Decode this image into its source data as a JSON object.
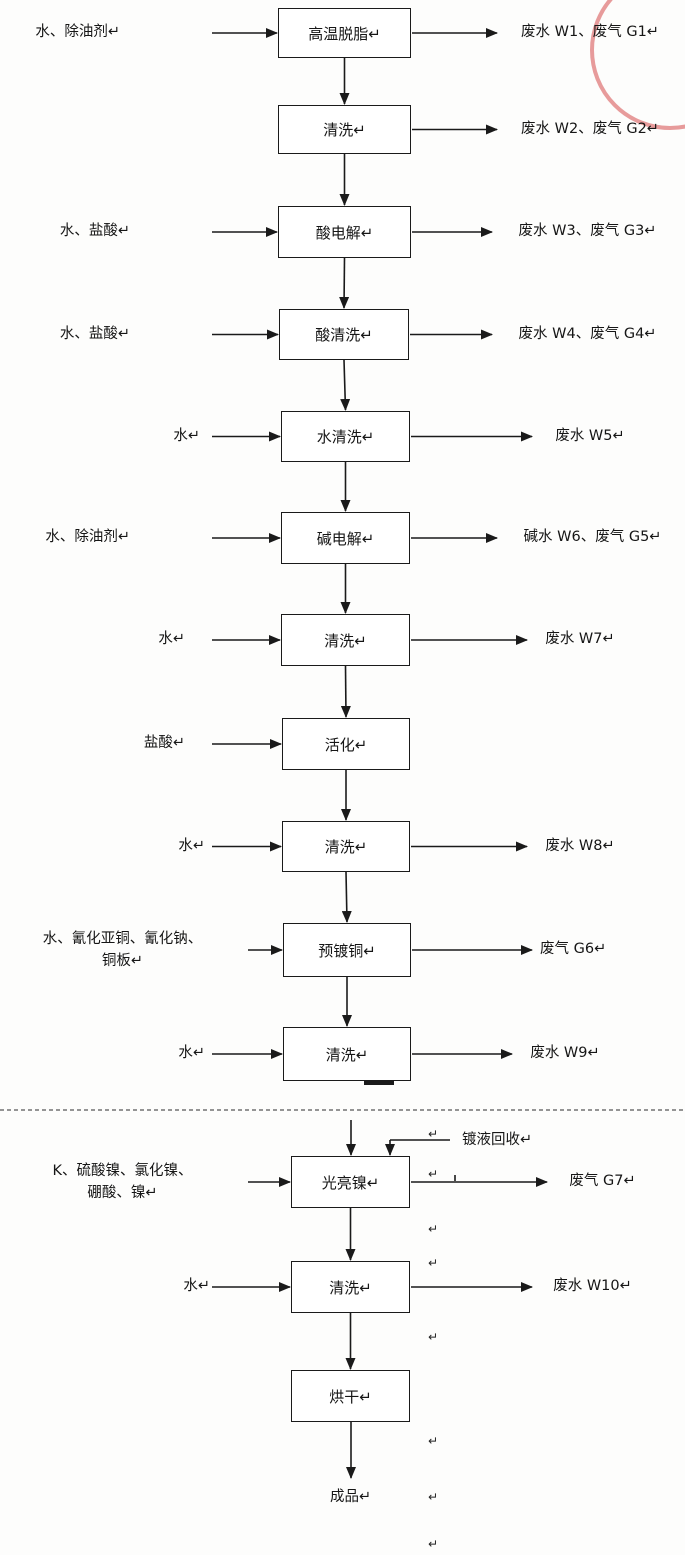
{
  "steps": [
    {
      "name": "高温脱脂↵",
      "input": "水、除油剂↵",
      "output": "废水 W1、废气 G1↵"
    },
    {
      "name": "清洗↵",
      "input": "",
      "output": "废水 W2、废气 G2↵"
    },
    {
      "name": "酸电解↵",
      "input": "水、盐酸↵",
      "output": "废水 W3、废气 G3↵"
    },
    {
      "name": "酸清洗↵",
      "input": "水、盐酸↵",
      "output": "废水 W4、废气 G4↵"
    },
    {
      "name": "水清洗↵",
      "input": "水↵",
      "output": "废水 W5↵"
    },
    {
      "name": "碱电解↵",
      "input": "水、除油剂↵",
      "output": "碱水 W6、废气 G5↵"
    },
    {
      "name": "清洗↵",
      "input": "水↵",
      "output": "废水 W7↵"
    },
    {
      "name": "活化↵",
      "input": "盐酸↵",
      "output": ""
    },
    {
      "name": "清洗↵",
      "input": "水↵",
      "output": "废水 W8↵"
    },
    {
      "name": "预镀铜↵",
      "input": "水、氰化亚铜、氰化钠、\n铜板↵",
      "output": "废气 G6↵"
    },
    {
      "name": "清洗↵",
      "input": "水↵",
      "output": "废水 W9↵"
    },
    {
      "name": "光亮镍↵",
      "input": "K、硫酸镍、氯化镍、\n硼酸、镍↵",
      "output": "废气 G7↵"
    },
    {
      "name": "清洗↵",
      "input": "水↵",
      "output": "废水 W10↵"
    },
    {
      "name": "烘干↵",
      "input": "",
      "output": ""
    }
  ],
  "recycle_label": "镀液回收↵",
  "product_label": "成品↵",
  "para_mark": "↵",
  "colors": {
    "line": "#1a1a1a",
    "dash": "#555555",
    "seal": "#d23a3a"
  }
}
